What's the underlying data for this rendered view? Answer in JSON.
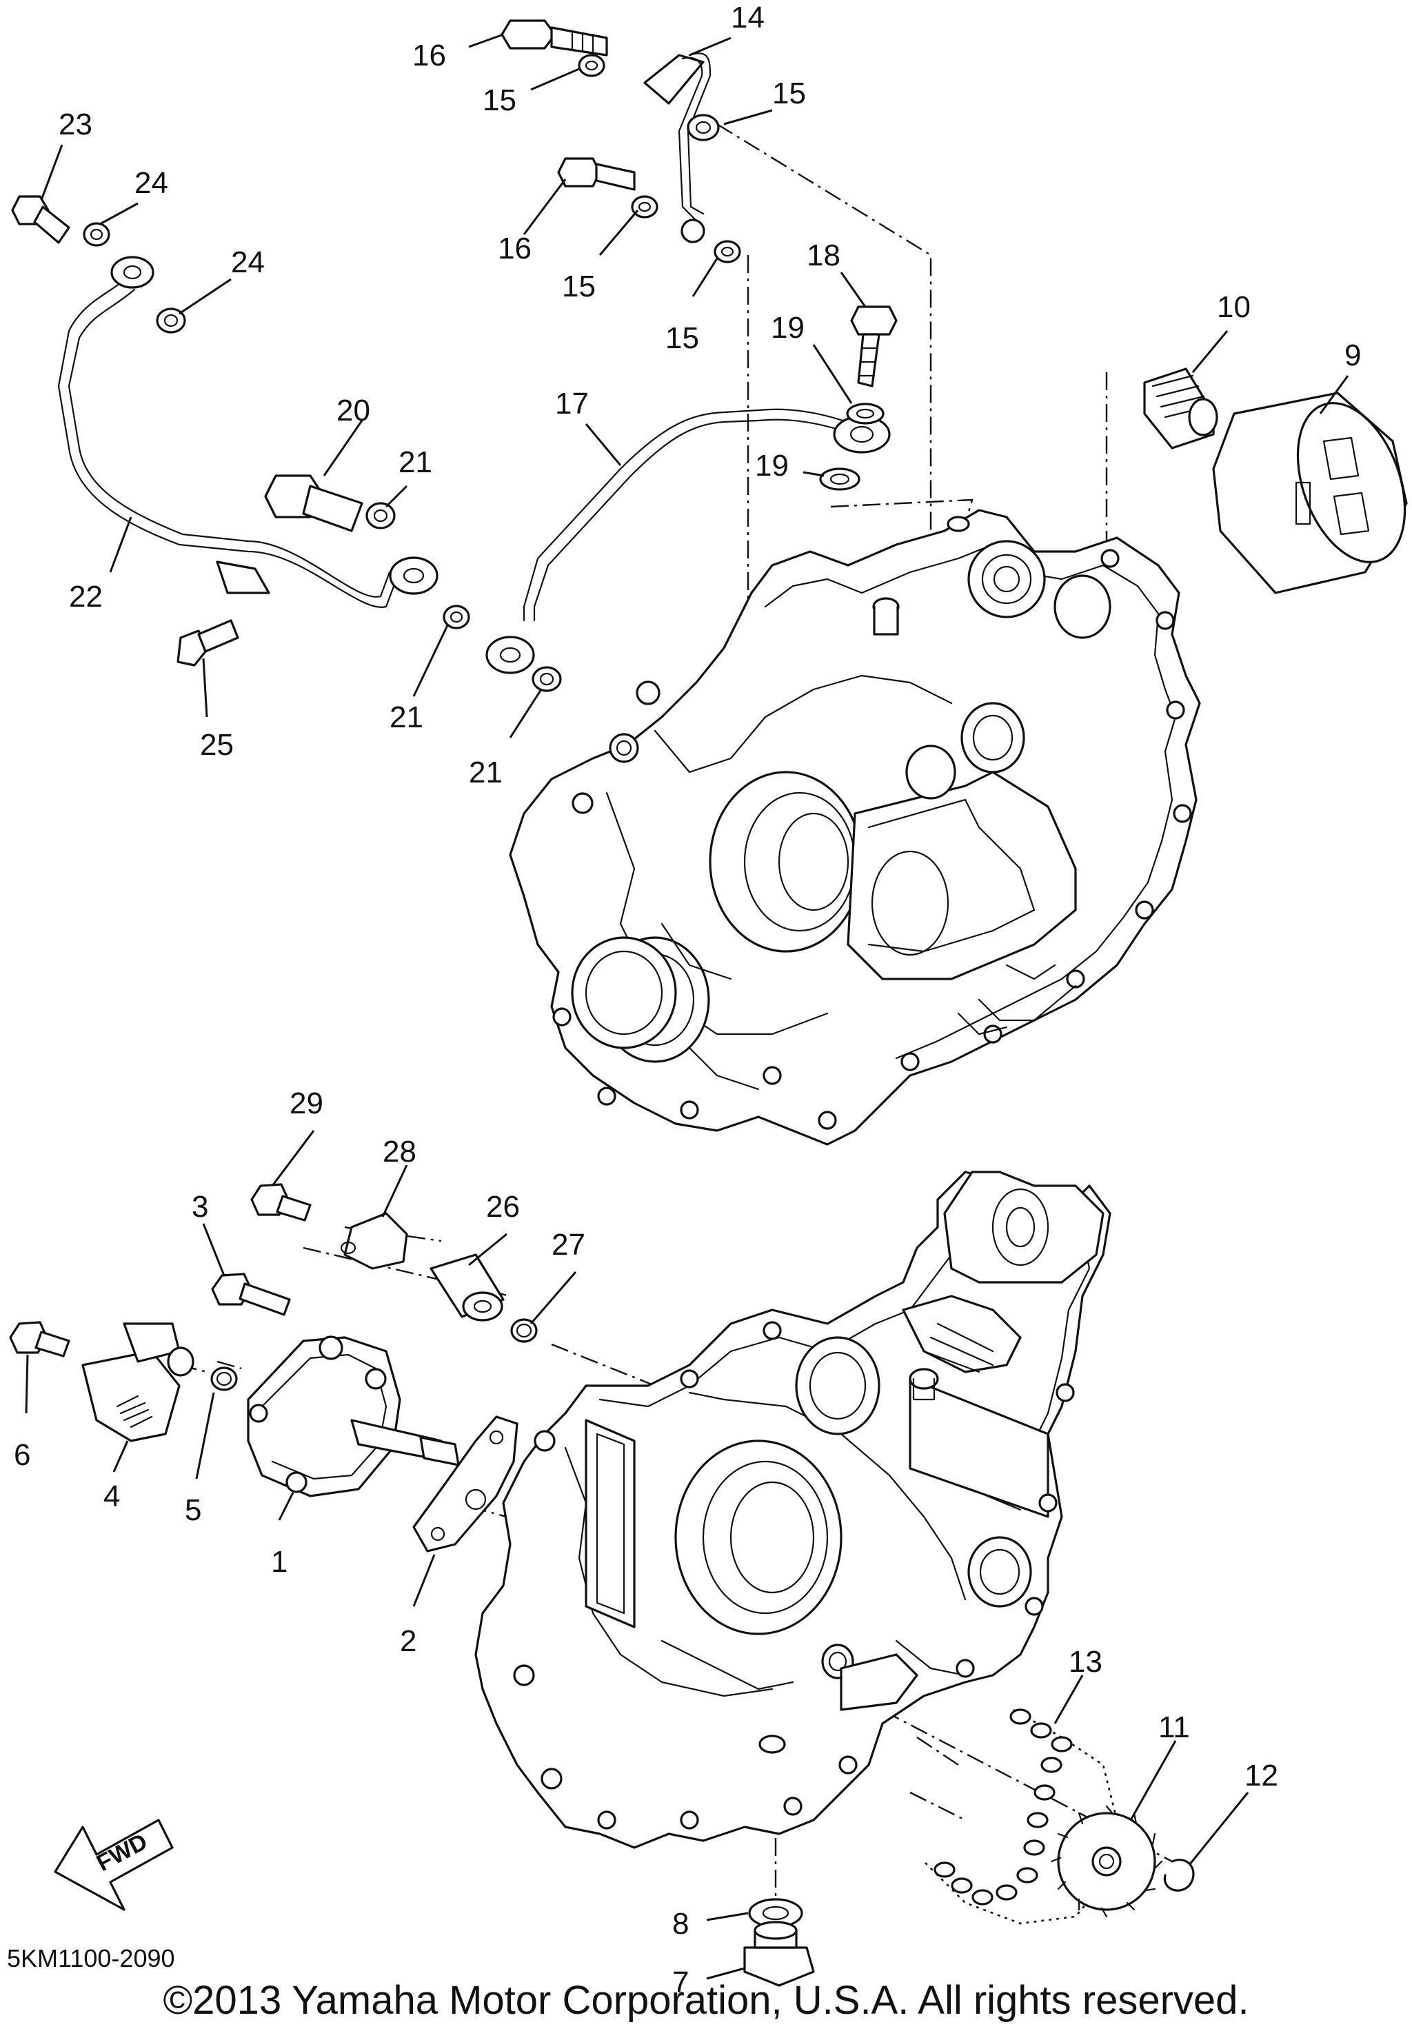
{
  "diagram": {
    "drawing_code": "5KM1100-2090",
    "copyright": "©2013 Yamaha Motor Corporation, U.S.A. All rights reserved.",
    "fwd_label": "FWD",
    "callouts": [
      {
        "id": "c14",
        "label": "14"
      },
      {
        "id": "c16a",
        "label": "16"
      },
      {
        "id": "c15a",
        "label": "15"
      },
      {
        "id": "c15b",
        "label": "15"
      },
      {
        "id": "c23",
        "label": "23"
      },
      {
        "id": "c24a",
        "label": "24"
      },
      {
        "id": "c24b",
        "label": "24"
      },
      {
        "id": "c16b",
        "label": "16"
      },
      {
        "id": "c15c",
        "label": "15"
      },
      {
        "id": "c15d",
        "label": "15"
      },
      {
        "id": "c18",
        "label": "18"
      },
      {
        "id": "c19a",
        "label": "19"
      },
      {
        "id": "c10",
        "label": "10"
      },
      {
        "id": "c9",
        "label": "9"
      },
      {
        "id": "c20",
        "label": "20"
      },
      {
        "id": "c21a",
        "label": "21"
      },
      {
        "id": "c17",
        "label": "17"
      },
      {
        "id": "c19b",
        "label": "19"
      },
      {
        "id": "c22",
        "label": "22"
      },
      {
        "id": "c21b",
        "label": "21"
      },
      {
        "id": "c21c",
        "label": "21"
      },
      {
        "id": "c25",
        "label": "25"
      },
      {
        "id": "c29",
        "label": "29"
      },
      {
        "id": "c28",
        "label": "28"
      },
      {
        "id": "c3",
        "label": "3"
      },
      {
        "id": "c26",
        "label": "26"
      },
      {
        "id": "c27",
        "label": "27"
      },
      {
        "id": "c6",
        "label": "6"
      },
      {
        "id": "c4",
        "label": "4"
      },
      {
        "id": "c5",
        "label": "5"
      },
      {
        "id": "c1",
        "label": "1"
      },
      {
        "id": "c2",
        "label": "2"
      },
      {
        "id": "c13",
        "label": "13"
      },
      {
        "id": "c11",
        "label": "11"
      },
      {
        "id": "c12",
        "label": "12"
      },
      {
        "id": "c8",
        "label": "8"
      },
      {
        "id": "c7",
        "label": "7"
      }
    ]
  }
}
